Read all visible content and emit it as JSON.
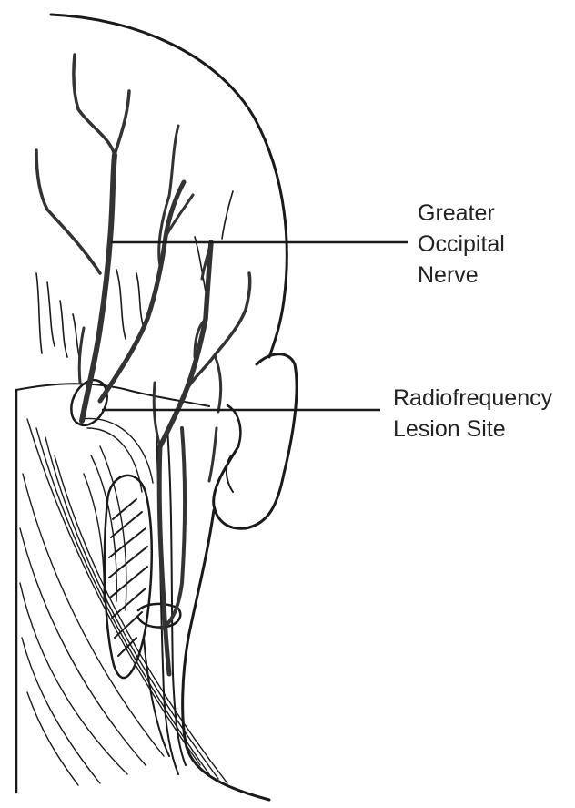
{
  "labels": {
    "greater_occipital_nerve": {
      "line1": "Greater",
      "line2": "Occipital",
      "line3": "Nerve"
    },
    "radiofrequency_lesion_site": {
      "line1": "Radiofrequency",
      "line2": "Lesion Site"
    }
  },
  "colors": {
    "ink": "#1a1a1a",
    "nerve_fill": "#333333",
    "background": "#ffffff"
  }
}
